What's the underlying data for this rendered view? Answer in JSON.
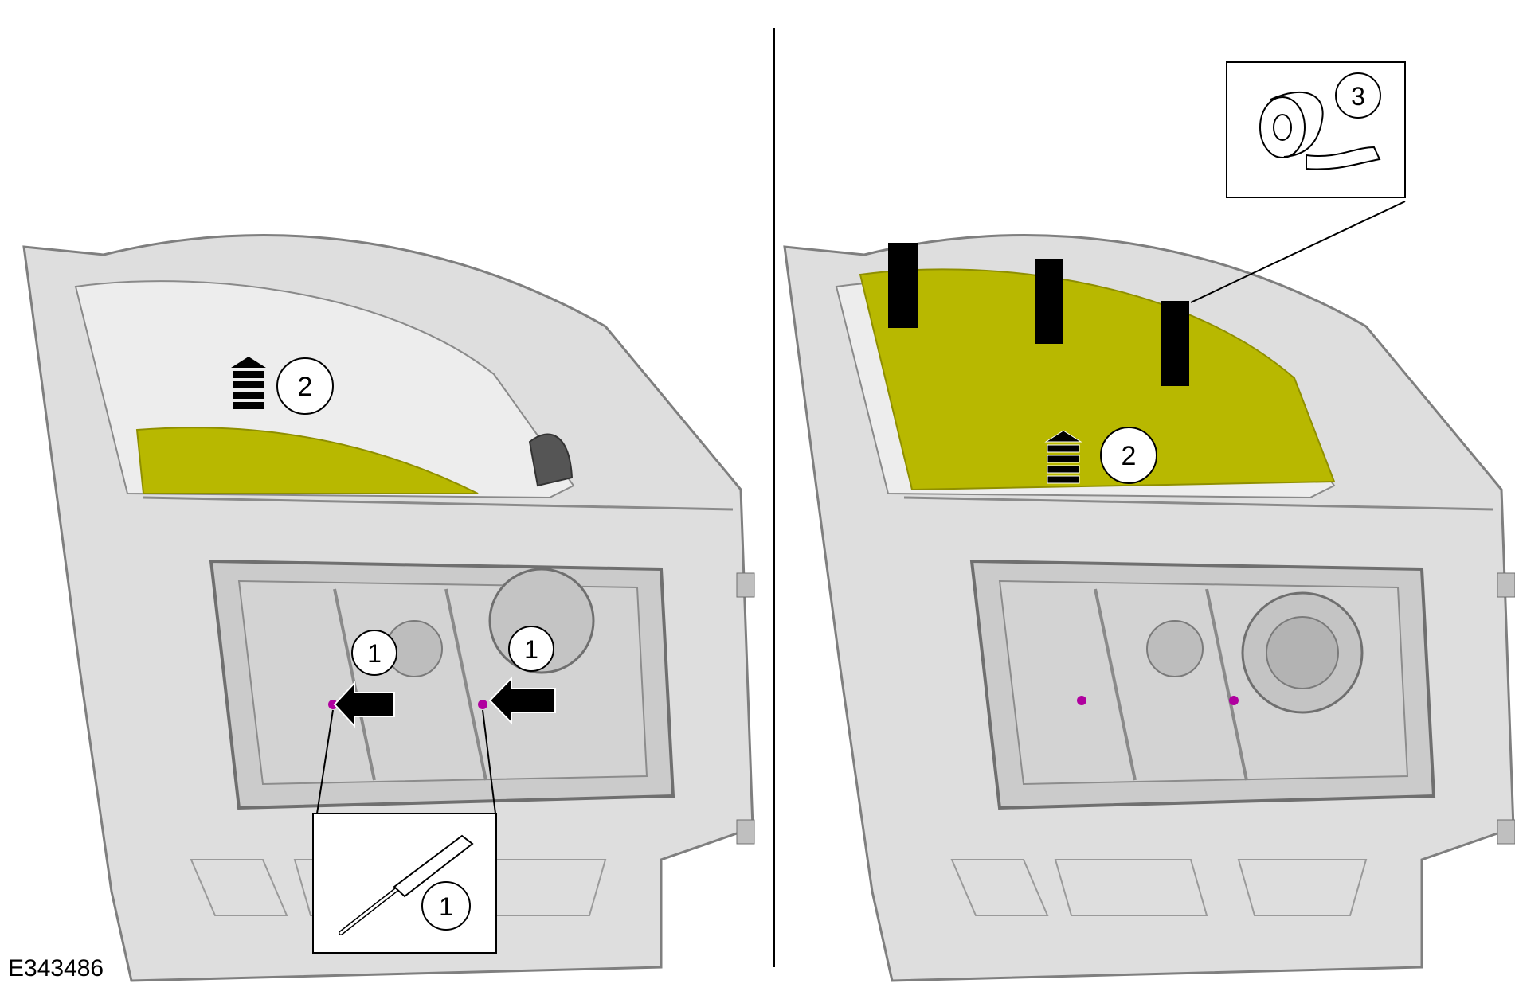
{
  "figure_id": "E343486",
  "callouts": {
    "trim_tool": "1",
    "window_glass": "2",
    "adhesive_tape": "3"
  },
  "colors": {
    "glass": "#b8b800",
    "door": "#dcdcdc",
    "door_edge": "#8a8a8a",
    "panel": "#c9c9c9",
    "arrow": "#000000",
    "clip": "#b0009f",
    "tape_strip": "#000000"
  },
  "icons": {
    "up_arrow": "stacked-up-arrow-icon",
    "left_arrow": "left-arrow-icon",
    "tool": "trim-tool-icon",
    "tape": "tape-roll-icon"
  }
}
